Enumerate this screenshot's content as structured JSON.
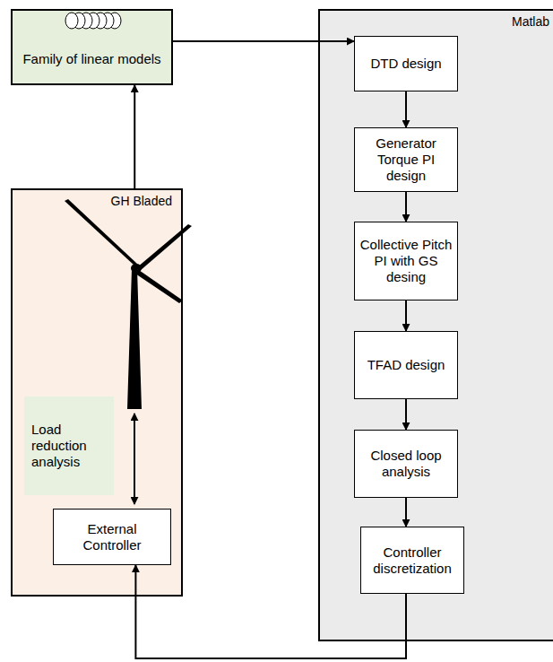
{
  "diagram": {
    "nodes": [
      {
        "text": [
          "Family of linear models"
        ]
      },
      {
        "text": [
          "GH Bladed"
        ]
      },
      {
        "text": [
          "Load reduction analysis"
        ],
        "in": 1
      },
      {
        "text": [
          "External Controller"
        ],
        "in": 1
      },
      {
        "text": [
          "Matlab"
        ]
      },
      {
        "text": [
          "DTD design"
        ],
        "in": 4
      },
      {
        "text": [
          "Generator Torque PI design"
        ],
        "in": 4
      },
      {
        "text": [
          "Collective Pitch PI with GS desing"
        ],
        "in": 4
      },
      {
        "text": [
          "TFAD design"
        ],
        "in": 4
      },
      {
        "text": [
          "Closed loop analysis"
        ],
        "in": 4
      },
      {
        "text": [
          "Controller discretization"
        ],
        "in": 4
      }
    ],
    "edges": [
      {
        "from": 0,
        "to": 5,
        "arrow": "to"
      },
      {
        "from": 5,
        "to": 6,
        "arrow": "to"
      },
      {
        "from": 6,
        "to": 7,
        "arrow": "to"
      },
      {
        "from": 7,
        "to": 8,
        "arrow": "to"
      },
      {
        "from": 8,
        "to": 9,
        "arrow": "to"
      },
      {
        "from": 9,
        "to": 10,
        "arrow": "to"
      },
      {
        "from": 10,
        "to": 3,
        "arrow": "to"
      },
      {
        "from": 1,
        "to": 0,
        "arrow": "to"
      }
    ]
  }
}
